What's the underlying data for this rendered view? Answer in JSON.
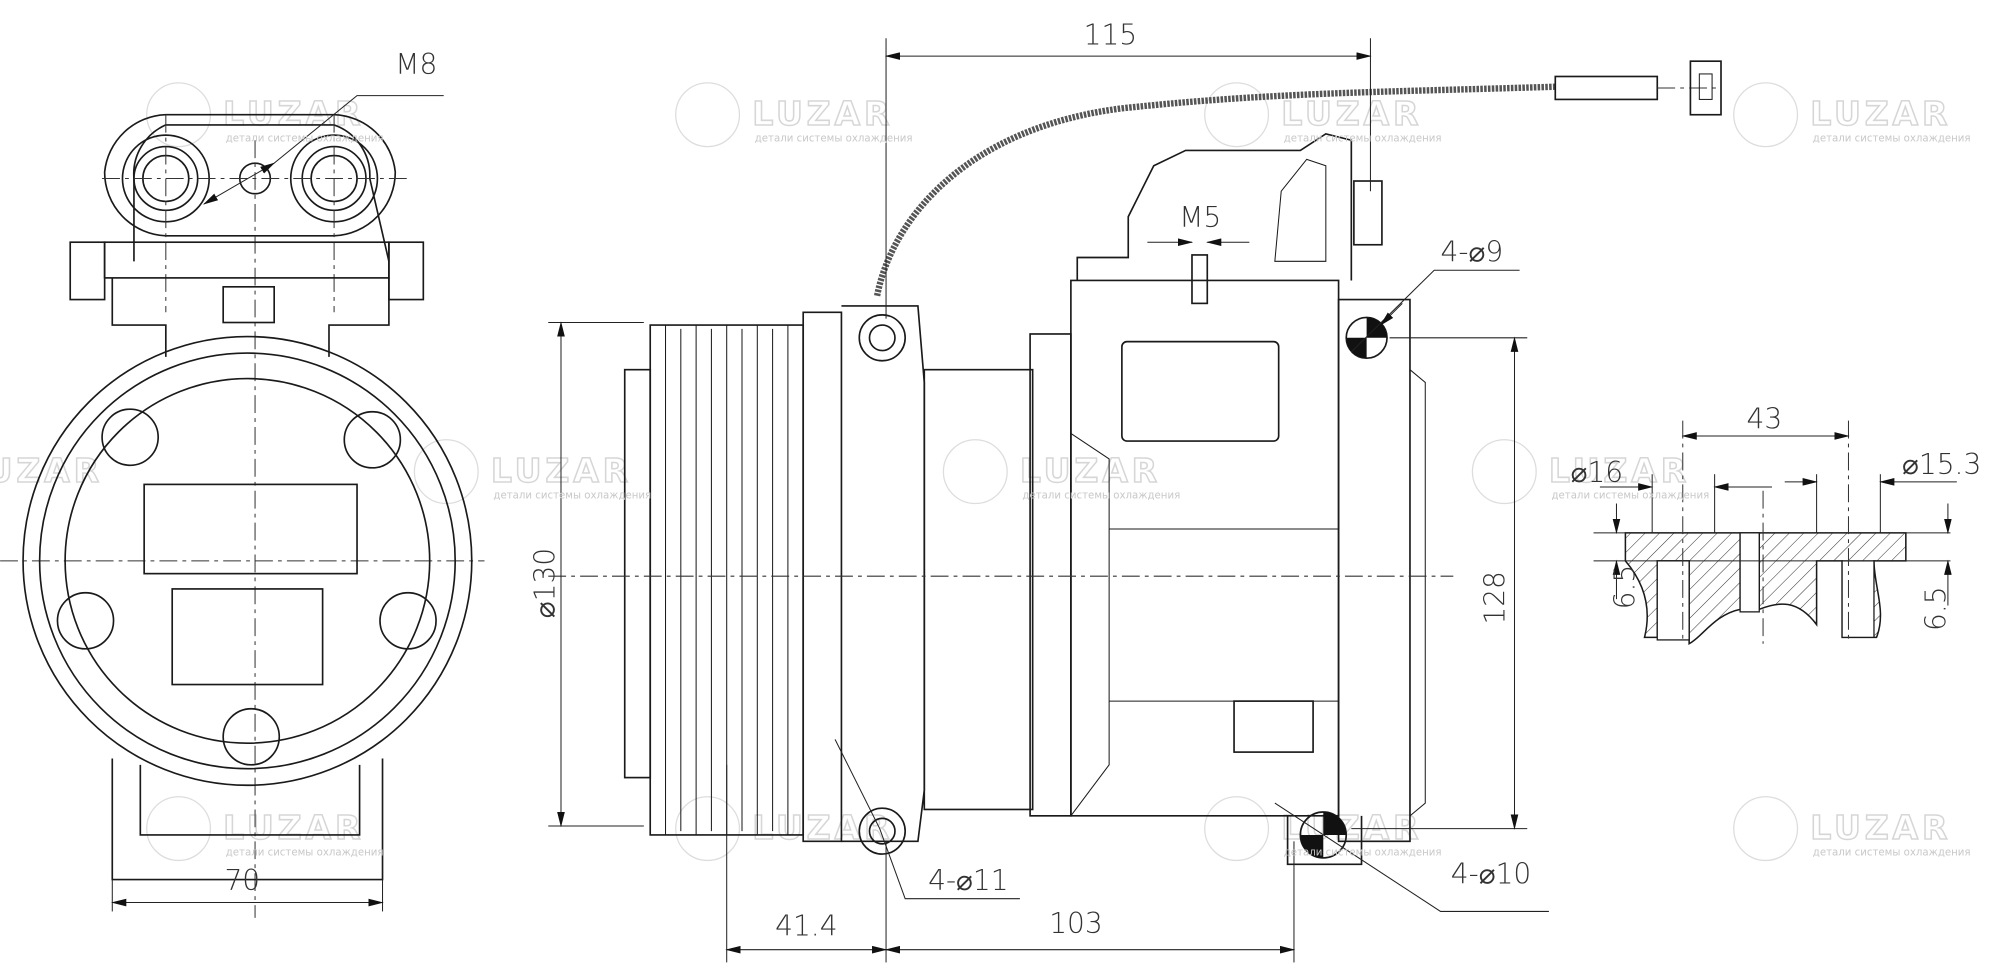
{
  "watermark": {
    "brand": "LUZAR",
    "tagline": "детали системы охлаждения"
  },
  "dimensions": {
    "front_view": {
      "thread": "M8",
      "width": "70"
    },
    "side_view": {
      "overall_length": "115",
      "thread_small": "M5",
      "rear_holes": "4-⌀9",
      "pulley_diameter": "⌀130",
      "height": "128",
      "pulley_offset": "41.4",
      "body_length": "103",
      "front_holes": "4-⌀11",
      "bottom_holes": "4-⌀10"
    },
    "section_view": {
      "port_spacing": "43",
      "port_left_diameter": "⌀16",
      "port_right_diameter": "⌀15.3",
      "depth_left": "6.5",
      "depth_right": "6.5"
    }
  }
}
